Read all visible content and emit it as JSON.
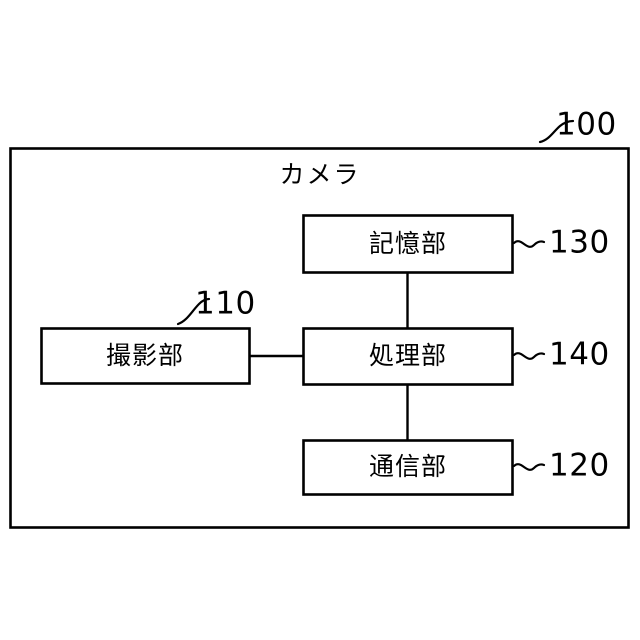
{
  "figure": {
    "enclosure": {
      "title": "カメラ",
      "reference_numeral": "100"
    },
    "blocks": [
      {
        "id": "imaging-unit",
        "label": "撮影部",
        "reference_numeral": "110"
      },
      {
        "id": "storage-unit",
        "label": "記憶部",
        "reference_numeral": "130"
      },
      {
        "id": "processing-unit",
        "label": "処理部",
        "reference_numeral": "140"
      },
      {
        "id": "communication-unit",
        "label": "通信部",
        "reference_numeral": "120"
      }
    ],
    "colors": {
      "ink": "#000000",
      "paper": "#ffffff"
    }
  }
}
